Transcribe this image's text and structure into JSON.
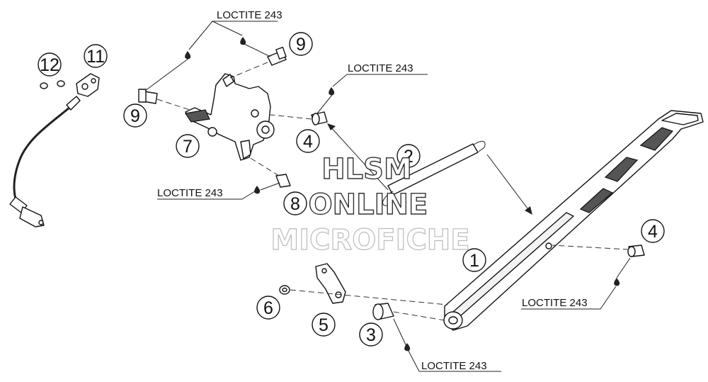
{
  "diagram": {
    "callouts": [
      {
        "id": "c1",
        "text": "LOCTITE 243"
      },
      {
        "id": "c2",
        "text": "LOCTITE 243"
      },
      {
        "id": "c3",
        "text": "LOCTITE 243"
      },
      {
        "id": "c4",
        "text": "LOCTITE 243"
      },
      {
        "id": "c5",
        "text": "LOCTITE 243"
      }
    ],
    "part_numbers": {
      "n1": "1",
      "n2": "2",
      "n3": "3",
      "n4a": "4",
      "n4b": "4",
      "n5": "5",
      "n6": "6",
      "n7": "7",
      "n8": "8",
      "n9a": "9",
      "n9b": "9",
      "n11": "11",
      "n12": "12"
    },
    "watermark": {
      "line1": "HLSM",
      "line2": "ONLINE",
      "line3": "MICROFICHE"
    }
  }
}
